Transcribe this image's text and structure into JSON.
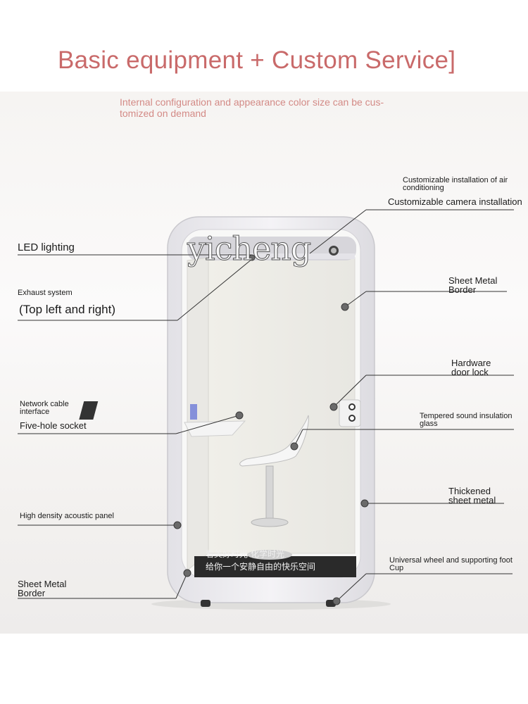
{
  "title": "Basic equipment + Custom Service]",
  "subtitle": "Internal configuration and appearance color size can be cus-tomized on demand",
  "watermark": "yicheng",
  "screen_lines": [
    "看美好时光·化学时光",
    "给你一个安静自由的快乐空间"
  ],
  "labels": {
    "air_conditioning": "Customizable installation of air conditioning",
    "camera": "Customizable camera installation",
    "led": "LED lighting",
    "exhaust": "Exhaust system",
    "exhaust_sub": "(Top left and right)",
    "sheet_metal_border_top": "Sheet Metal Border",
    "hardware_lock": "Hardware door lock",
    "network_cable": "Network cable interface",
    "socket": "Five-hole socket",
    "glass": "Tempered sound insulation glass",
    "acoustic_panel": "High density acoustic panel",
    "thick_metal": "Thickened sheet metal",
    "wheel": "Universal wheel and supporting foot Cup",
    "sheet_metal_border_bottom": "Sheet Metal Border"
  },
  "colors": {
    "title": "#c96a6a",
    "subtitle": "#d38a86",
    "frame": "#ecebee",
    "dot": "#555555"
  }
}
